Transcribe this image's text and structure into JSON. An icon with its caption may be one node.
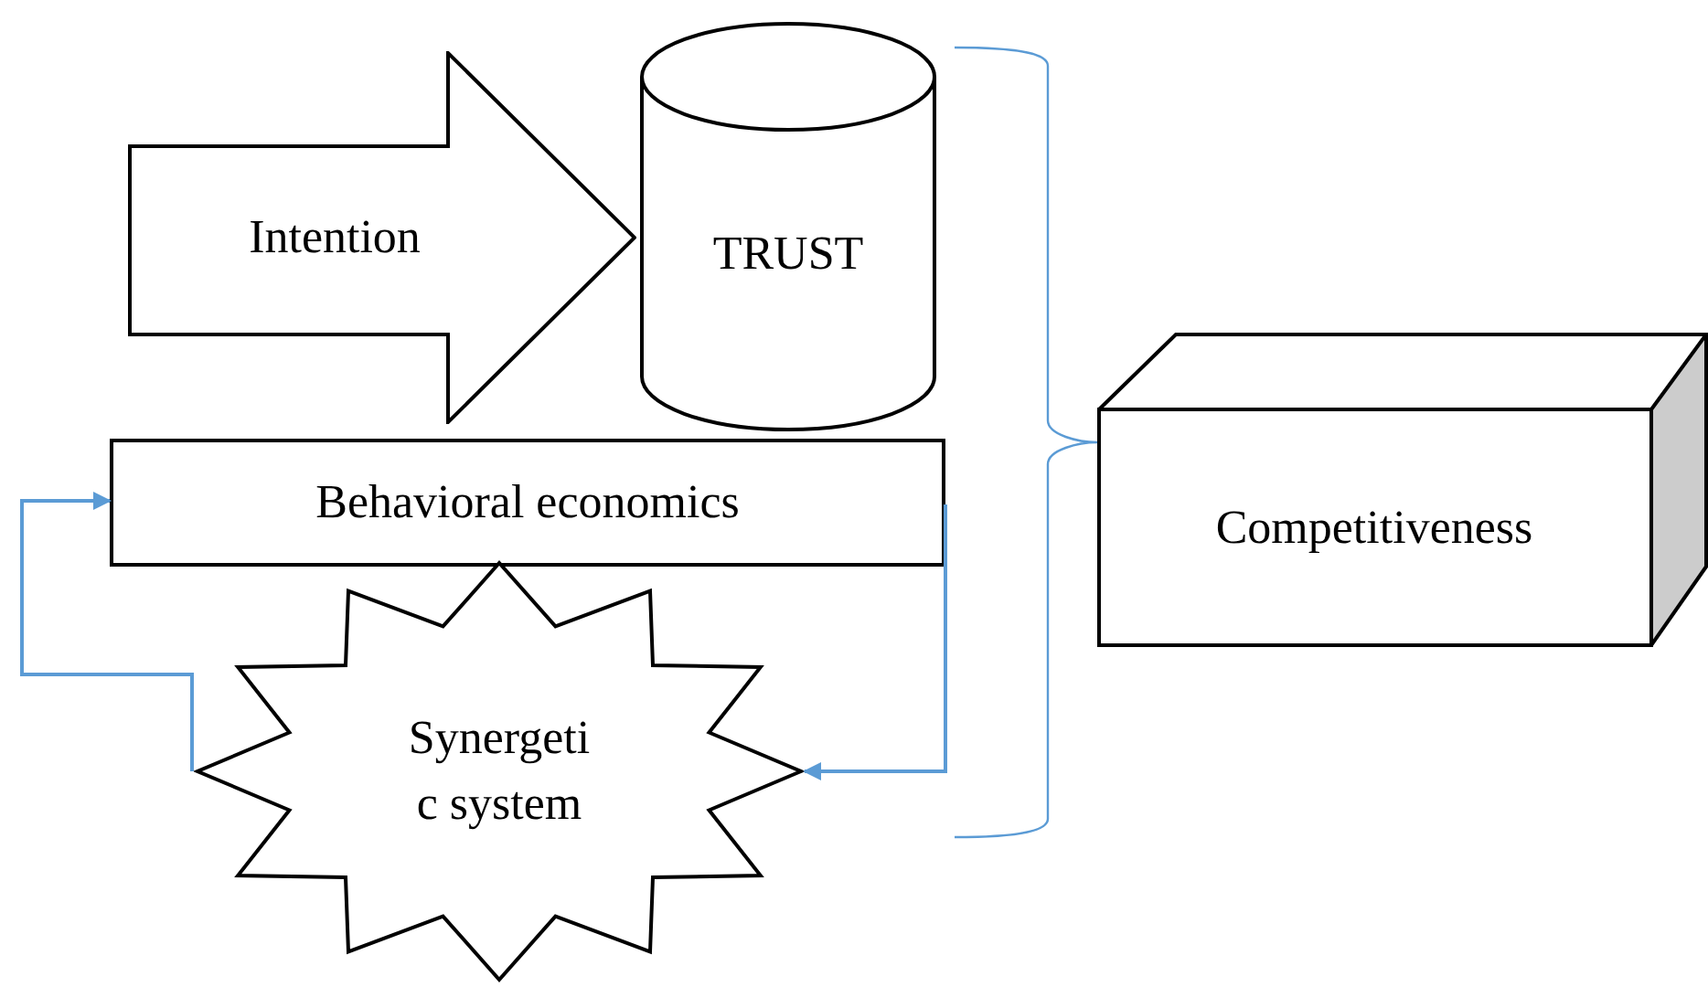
{
  "diagram": {
    "nodes": [
      {
        "text": [
          "Intention"
        ]
      },
      {
        "text": [
          "TRUST"
        ]
      },
      {
        "text": [
          "Behavioral economics"
        ]
      },
      {
        "text": [
          "Synergeti c system"
        ]
      },
      {
        "text": [
          "Competitiveness"
        ]
      }
    ],
    "edges": [
      {
        "from": 3,
        "to": 2,
        "arrow": "to",
        "color": "#5b9bd5"
      },
      {
        "from": 2,
        "to": 3,
        "arrow": "to",
        "color": "#5b9bd5"
      }
    ]
  }
}
